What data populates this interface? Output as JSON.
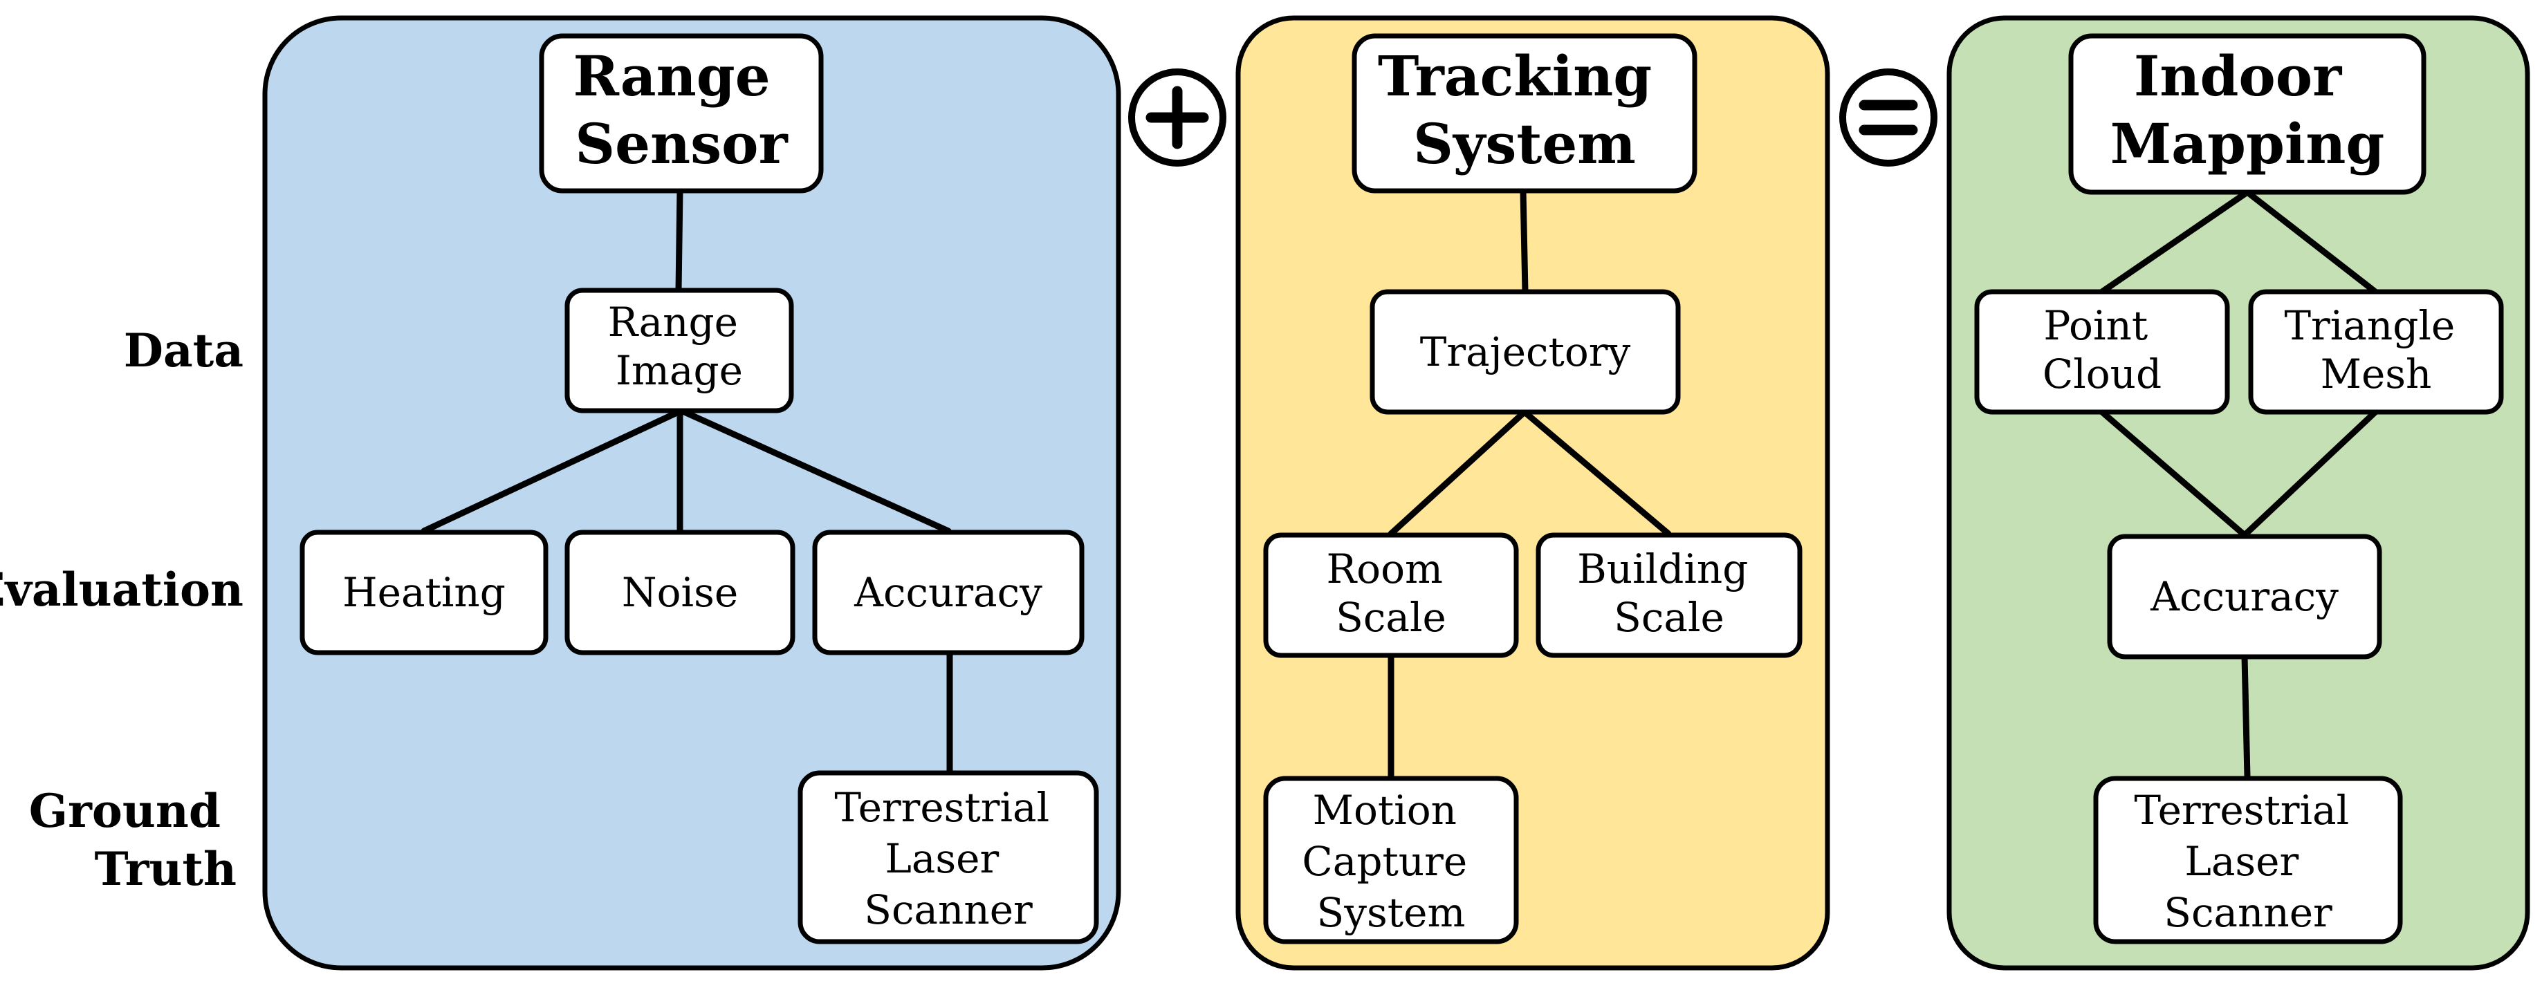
{
  "row_labels": {
    "data": "Data",
    "evaluation": "Evaluation",
    "ground_truth": [
      "Ground",
      "Truth"
    ]
  },
  "operators": {
    "plus": "+",
    "equals": "="
  },
  "colors": {
    "range_panel": "#bdd7ee",
    "tracking_panel": "#ffe699",
    "mapping_panel": "#c5e0b4",
    "stroke": "#000000",
    "box_fill": "#ffffff"
  },
  "panels": {
    "range_sensor": {
      "title": [
        "Range",
        "Sensor"
      ],
      "data": [
        "Range",
        "Image"
      ],
      "evaluation": [
        [
          "Heating"
        ],
        [
          "Noise"
        ],
        [
          "Accuracy"
        ]
      ],
      "ground_truth": [
        "Terrestrial",
        "Laser",
        "Scanner"
      ]
    },
    "tracking_system": {
      "title": [
        "Tracking",
        "System"
      ],
      "data": [
        "Trajectory"
      ],
      "evaluation": [
        [
          "Room",
          "Scale"
        ],
        [
          "Building",
          "Scale"
        ]
      ],
      "ground_truth": [
        "Motion",
        "Capture",
        "System"
      ]
    },
    "indoor_mapping": {
      "title": [
        "Indoor",
        "Mapping"
      ],
      "data": [
        [
          "Point",
          "Cloud"
        ],
        [
          "Triangle",
          "Mesh"
        ]
      ],
      "evaluation": [
        "Accuracy"
      ],
      "ground_truth": [
        "Terrestrial",
        "Laser",
        "Scanner"
      ]
    }
  }
}
